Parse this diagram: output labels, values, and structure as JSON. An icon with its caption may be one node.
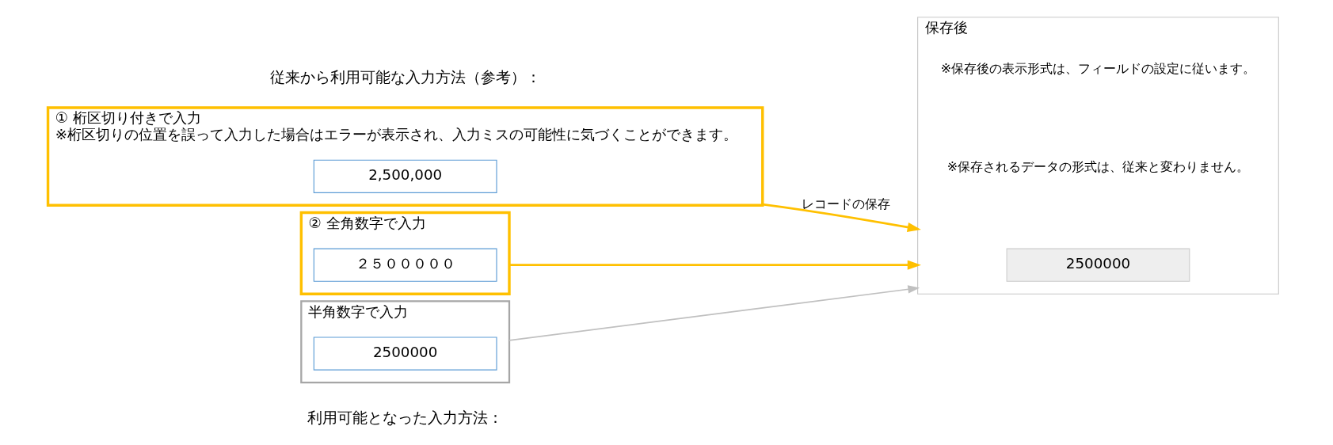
{
  "diagram": {
    "nodes": [
      {
        "text": [
          "① 桁区切り付きで入力",
          "※桁区切りの位置を誤って入力した場合はエラーが表示され、入力ミスの可能性に気づくことができます。"
        ]
      },
      {
        "text": [
          "2,500,000"
        ],
        "in": 0
      },
      {
        "text": [
          "② 全角数字で入力"
        ]
      },
      {
        "text": [
          "２５０００００"
        ],
        "in": 2
      },
      {
        "text": [
          "半角数字で入力"
        ]
      },
      {
        "text": [
          "2500000"
        ],
        "in": 4
      },
      {
        "text": [
          "保存後"
        ],
        "beside": [
          "※保存されるデータの形式は、従来と変わりません。",
          "※保存後の表示形式は、フィールドの設定に従います。"
        ]
      },
      {
        "text": [
          "2500000"
        ],
        "in": 6
      }
    ],
    "edges": [
      {
        "from": 0,
        "to": 6,
        "arrow": "to",
        "label": "レコードの保存"
      },
      {
        "from": 2,
        "to": 6,
        "arrow": "to"
      },
      {
        "from": 4,
        "to": 6,
        "arrow": "to",
        "color": "#c0c0c0"
      }
    ],
    "labels": [
      "利用可能となった入力方法：",
      "従来から利用可能な入力方法（参考）："
    ]
  }
}
